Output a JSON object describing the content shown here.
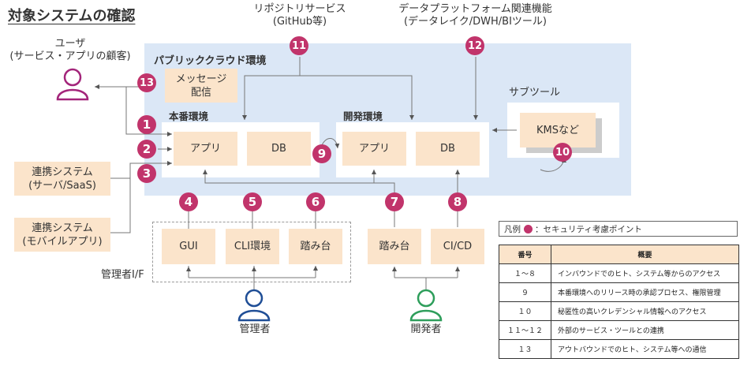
{
  "title": "対象システムの確認",
  "user": {
    "label_line1": "ユーザ",
    "label_line2": "(サービス・アプリの顧客)"
  },
  "repo_service": {
    "line1": "リポジトリサービス",
    "line2": "(GitHub等)"
  },
  "data_platform": {
    "line1": "データプラットフォーム関連機能",
    "line2": "(データレイク/DWH/BIツール)"
  },
  "cloud": {
    "label": "パブリッククラウド環境"
  },
  "message_box": {
    "line1": "メッセージ",
    "line2": "配信"
  },
  "prod_env": {
    "label": "本番環境",
    "app": "アプリ",
    "db": "DB"
  },
  "dev_env": {
    "label": "開発環境",
    "app": "アプリ",
    "db": "DB"
  },
  "subtool": {
    "label": "サブツール",
    "kms": "KMSなど"
  },
  "partner_server": {
    "line1": "連携システム",
    "line2": "(サーバ/SaaS)"
  },
  "partner_mobile": {
    "line1": "連携システム",
    "line2": "(モバイルアプリ)"
  },
  "admin_if": {
    "label": "管理者I/F",
    "gui": "GUI",
    "cli": "CLI環境",
    "bastion": "踏み台"
  },
  "dev_tools": {
    "bastion": "踏み台",
    "cicd": "CI/CD"
  },
  "admin": {
    "label": "管理者"
  },
  "developer": {
    "label": "開発者"
  },
  "badges": [
    "1",
    "2",
    "3",
    "4",
    "5",
    "6",
    "7",
    "8",
    "9",
    "10",
    "11",
    "12",
    "13"
  ],
  "legend": {
    "key_prefix": "凡例",
    "key_text": "：セキュリティ考慮ポイント",
    "headers": [
      "番号",
      "概要"
    ],
    "rows": [
      {
        "num": "１～８",
        "desc": "インバウンドでのヒト、システム等からのアクセス"
      },
      {
        "num": "９",
        "desc": "本番環境へのリリース時の承認プロセス、権限管理"
      },
      {
        "num": "１０",
        "desc": "秘匿性の高いクレデンシャル情報へのアクセス"
      },
      {
        "num": "１１～１２",
        "desc": "外部のサービス・ツールとの連携"
      },
      {
        "num": "１３",
        "desc": "アウトバウンドでのヒト、システム等への通信"
      }
    ]
  },
  "colors": {
    "badge": "#c1346b",
    "box": "#fbe4cb",
    "cloud": "#dbe7f6",
    "user_icon": "#a3257a",
    "admin_icon": "#1f4e96",
    "developer_icon": "#2e9e5b"
  }
}
